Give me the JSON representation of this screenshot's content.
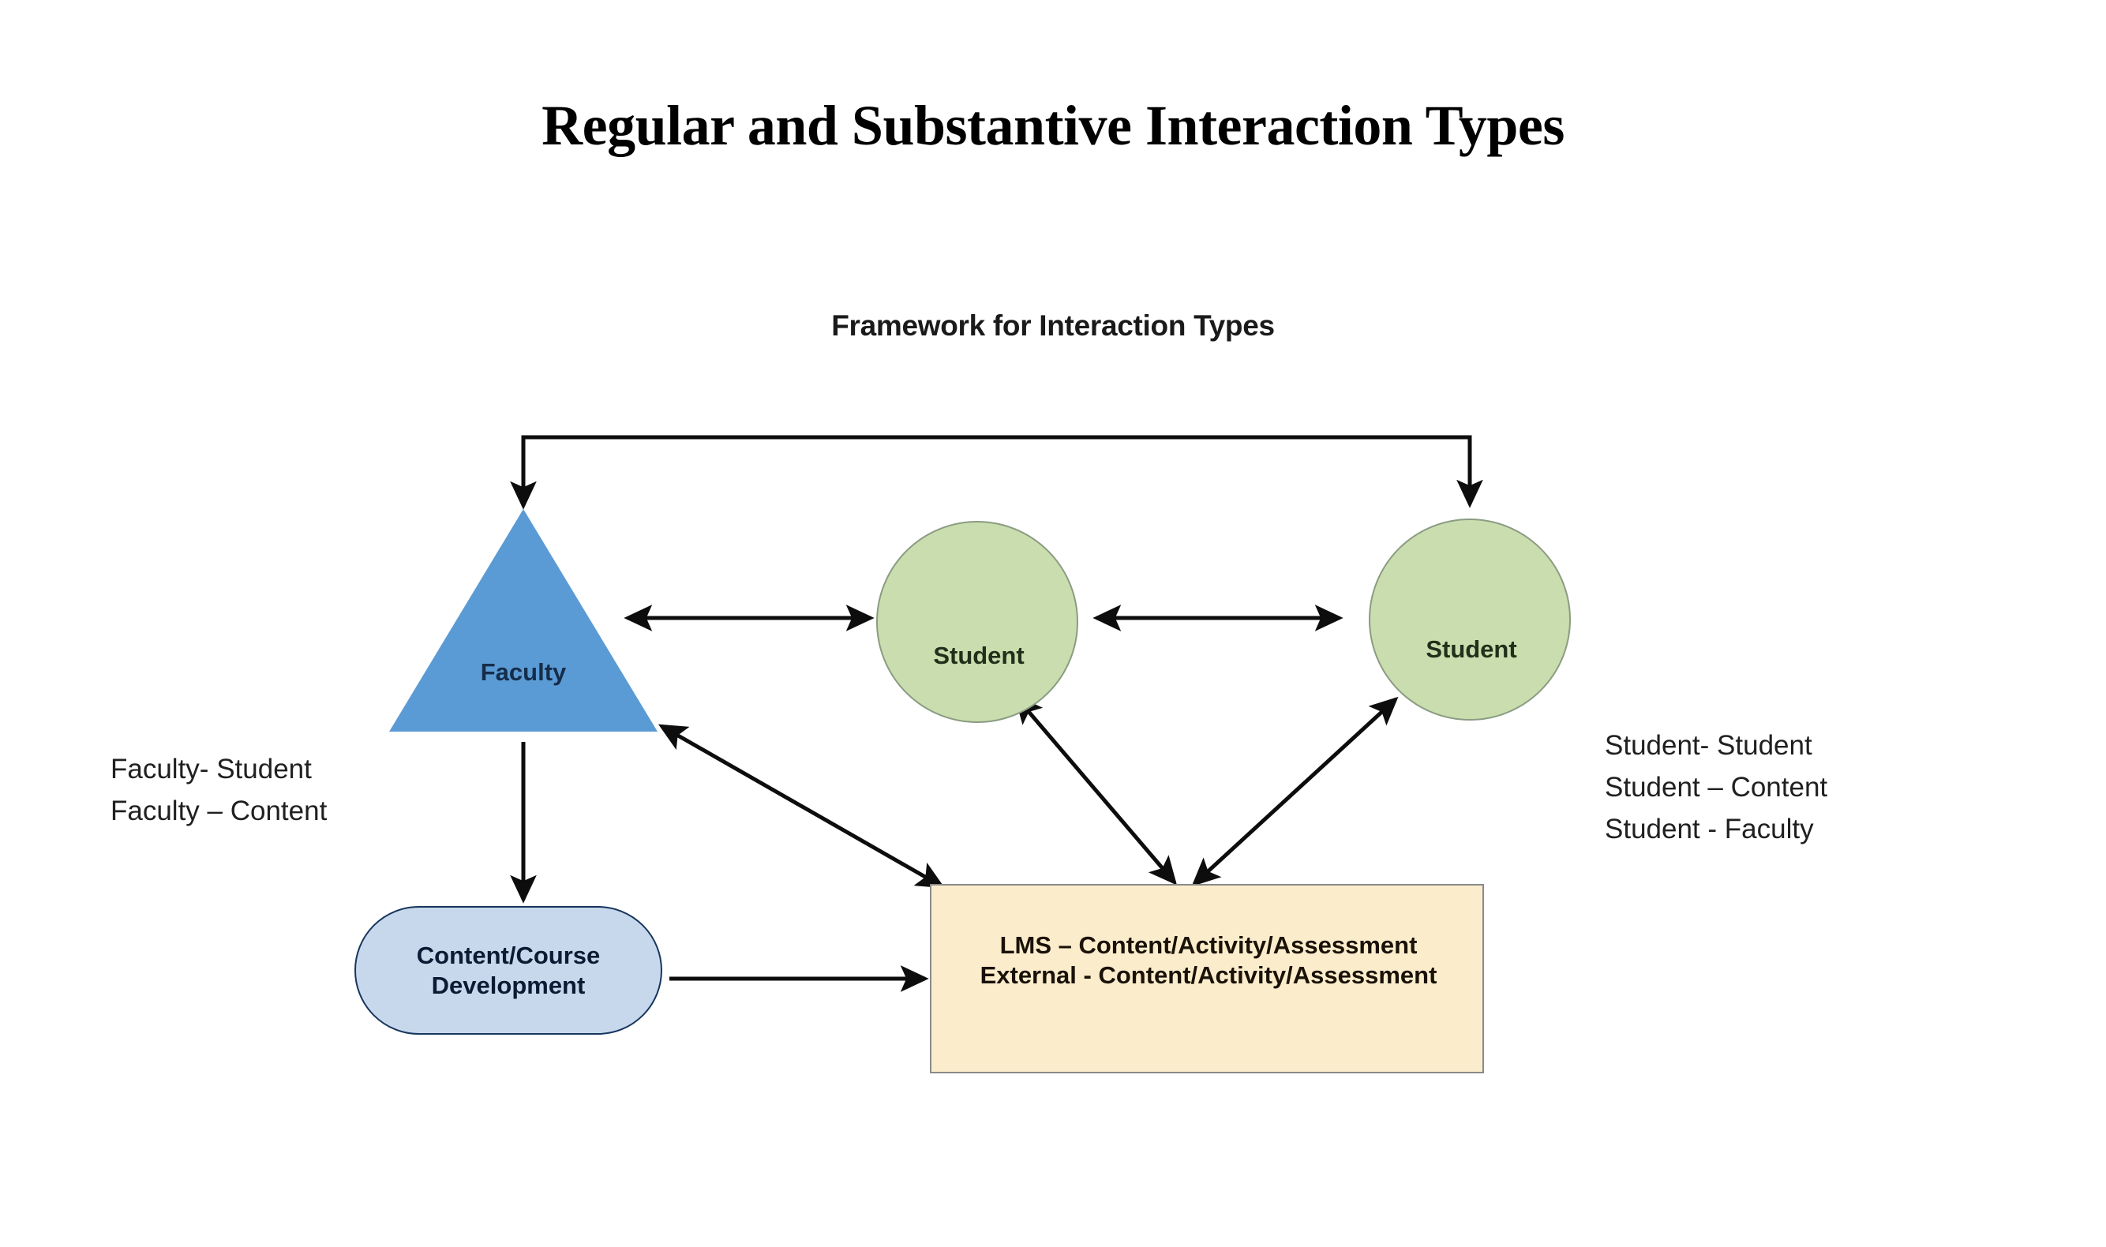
{
  "slide": {
    "title": "Regular and Substantive Interaction Types",
    "diagram_subtitle": "Framework for Interaction Types"
  },
  "nodes": {
    "faculty": {
      "label": "Faculty",
      "shape": "triangle",
      "fill": "#5B9BD5",
      "text_color": "#152d4a"
    },
    "student_1": {
      "label": "Student",
      "shape": "circle",
      "fill": "#C9DDAE",
      "border": "#8b9c82",
      "text_color": "#20301a"
    },
    "student_2": {
      "label": "Student",
      "shape": "circle",
      "fill": "#C9DDAE",
      "border": "#8b9c82",
      "text_color": "#20301a"
    },
    "content": {
      "line1": "Content/Course",
      "line2": "Development",
      "shape": "rounded-rectangle",
      "fill": "#C8D8EC",
      "border": "#17365d",
      "text_color": "#0b1b33"
    },
    "lms": {
      "line1": "LMS – Content/Activity/Assessment",
      "line2": "External - Content/Activity/Assessment",
      "shape": "rectangle",
      "fill": "#FBEDCC",
      "border": "#8a8a8a",
      "text_color": "#1a1208"
    }
  },
  "annotations": {
    "left": {
      "lines": [
        "Faculty- Student",
        "Faculty – Content"
      ]
    },
    "right": {
      "lines": [
        "Student- Student",
        "Student – Content",
        "Student - Faculty"
      ]
    }
  },
  "connectors": [
    {
      "name": "bracket-faculty-student2",
      "from": "faculty",
      "to": "student_2",
      "style": "orthogonal-bracket",
      "heads": "both-ends-down"
    },
    {
      "name": "faculty-student1",
      "from": "faculty",
      "to": "student_1",
      "style": "straight",
      "heads": "double"
    },
    {
      "name": "student1-student2",
      "from": "student_1",
      "to": "student_2",
      "style": "straight",
      "heads": "double"
    },
    {
      "name": "faculty-content",
      "from": "faculty",
      "to": "content",
      "style": "straight",
      "heads": "single"
    },
    {
      "name": "faculty-lms",
      "from": "faculty",
      "to": "lms",
      "style": "diagonal",
      "heads": "double"
    },
    {
      "name": "student1-lms",
      "from": "student_1",
      "to": "lms",
      "style": "diagonal",
      "heads": "double"
    },
    {
      "name": "student2-lms",
      "from": "student_2",
      "to": "lms",
      "style": "diagonal",
      "heads": "double"
    },
    {
      "name": "content-lms",
      "from": "content",
      "to": "lms",
      "style": "straight",
      "heads": "single"
    }
  ],
  "colors": {
    "faculty_blue": "#5B9BD5",
    "student_green": "#C9DDAE",
    "content_blue": "#C8D8EC",
    "lms_cream": "#FBEDCC",
    "connector_black": "#0d0d0d",
    "background": "#ffffff"
  }
}
